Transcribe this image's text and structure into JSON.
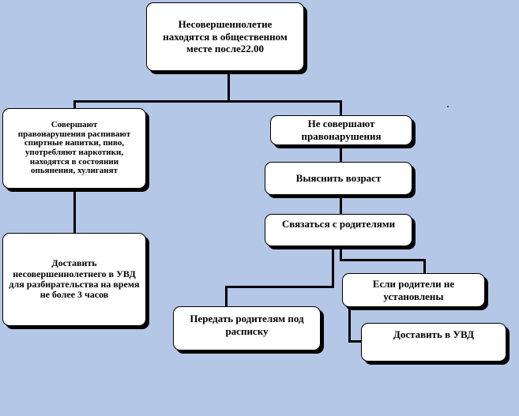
{
  "diagram": {
    "root": "Несовершеннолетие\nнаходятся в общественном\nместе после22.00",
    "left_branch": {
      "condition": "Совершают\nправонарушения распивают\nспиртные напитки, пиво,\nупотребляют наркотики,\nнаходятся  в состоянии\nопьянения, хулиганят",
      "action": "Доставить\nнесовершеннолетнего в УВД\nдля разбирательства на время\nне более 3 часов"
    },
    "right_branch": {
      "condition": "Не совершают\nправонарушения",
      "step_1": "Выяснить возраст",
      "step_2": "Связаться с родителями",
      "outcome_found": "Передать родителям под\nрасписку",
      "outcome_not_found": "Если родители не\nустановлены",
      "final_action": "Доставить в УВД"
    }
  },
  "colors": {
    "background": "#b4c7e7",
    "box_fill": "#ffffff",
    "connector": "#000000"
  }
}
